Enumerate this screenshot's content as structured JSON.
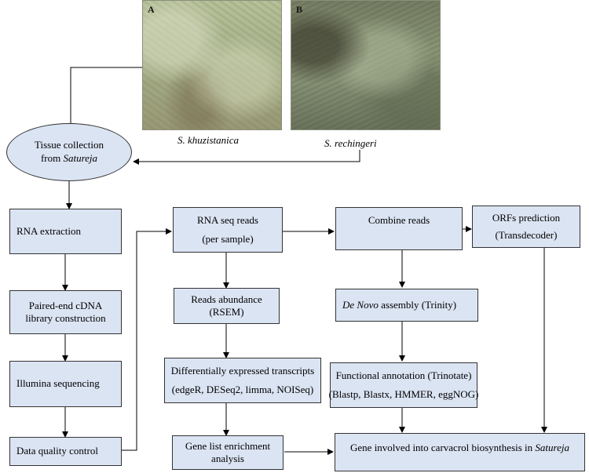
{
  "photos": {
    "a": {
      "letter": "A",
      "caption": "S. khuzistanica"
    },
    "b": {
      "letter": "B",
      "caption": "S. rechingeri"
    }
  },
  "tissue": {
    "line1": "Tissue collection",
    "line2_prefix": "from ",
    "line2_italic": "Satureja"
  },
  "left_column": {
    "rna_extraction": "RNA extraction",
    "paired_end_1": "Paired-end cDNA",
    "paired_end_2": "library construction",
    "illumina": "Illumina sequencing",
    "quality": "Data quality control"
  },
  "middle_column": {
    "rnaseq_1": "RNA seq reads",
    "rnaseq_2": "(per sample)",
    "abundance_1": "Reads abundance",
    "abundance_2": "(RSEM)",
    "de_1": "Differentially expressed transcripts",
    "de_2": "(edgeR, DESeq2, limma, NOISeq)",
    "gene_list_1": "Gene list enrichment",
    "gene_list_2": "analysis"
  },
  "right_column": {
    "combine": "Combine reads",
    "denovo_italic": "De Novo",
    "denovo_rest": " assembly (Trinity)",
    "func_1": "Functional annotation (Trinotate)",
    "func_2": "(Blastp, Blastx, HMMER, eggNOG)",
    "orfs_1": "ORFs prediction",
    "orfs_2": "(Transdecoder)",
    "gene_involved_prefix": "Gene involved into carvacrol biosynthesis in ",
    "gene_involved_italic": "Satureja"
  }
}
